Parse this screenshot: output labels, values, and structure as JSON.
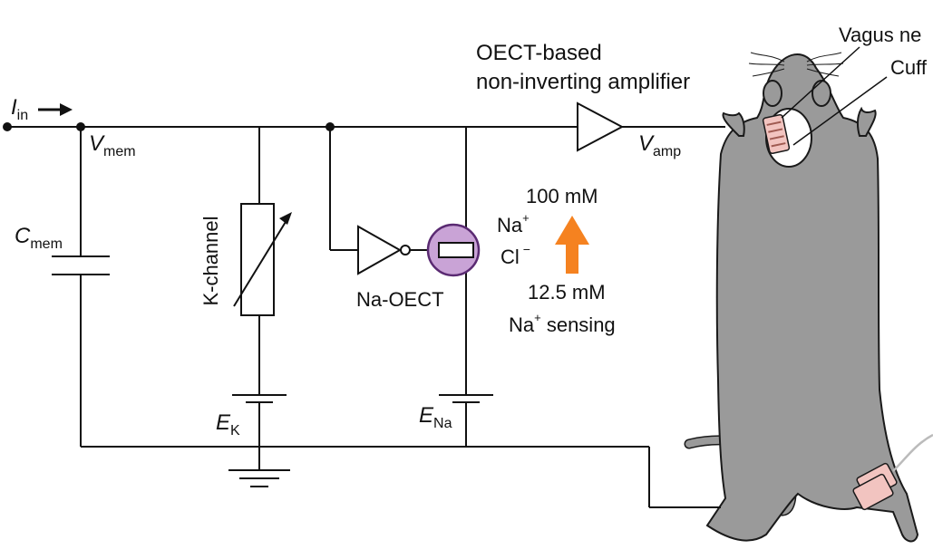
{
  "labels": {
    "input_current": "I",
    "input_current_sub": "in",
    "membrane_voltage": "V",
    "membrane_voltage_sub": "mem",
    "membrane_capacitance": "C",
    "membrane_capacitance_sub": "mem",
    "k_channel": "K-channel",
    "e_k": "E",
    "e_k_sub": "K",
    "na_oect": "Na-OECT",
    "e_na": "E",
    "e_na_sub": "Na",
    "amplifier_line1": "OECT-based",
    "amplifier_line2": "non-inverting amplifier",
    "amp_voltage": "V",
    "amp_voltage_sub": "amp",
    "conc_high": "100 mM",
    "na_ion": "Na",
    "cl_ion": "Cl",
    "plus": "+",
    "minus": "−",
    "conc_low": "12.5 mM",
    "na_sensing_prefix": "Na",
    "na_sensing_suffix": " sensing",
    "vagus_nerve": "Vagus ne",
    "cuff": "Cuff"
  },
  "colors": {
    "wire": "#111111",
    "oect_fill": "#c9a3d6",
    "oect_stroke": "#5a2a72",
    "arrow": "#f58220",
    "mouse_body": "#9a9a9a",
    "mouse_outline": "#1a1a1a",
    "cuff_pink": "#f2c4c0"
  }
}
